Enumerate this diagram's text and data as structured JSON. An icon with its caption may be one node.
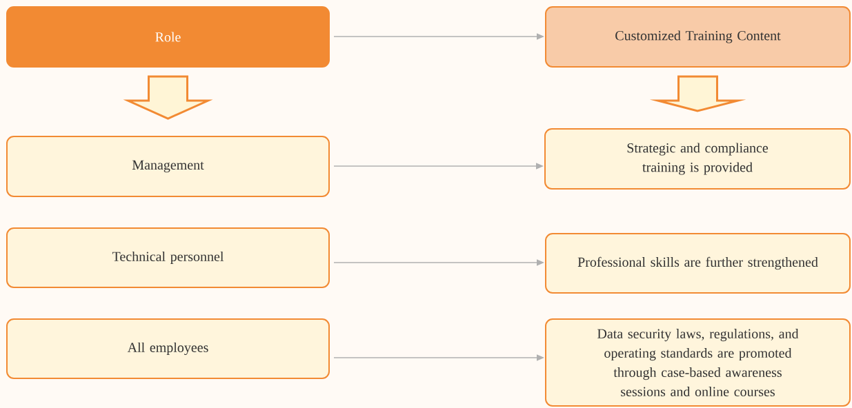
{
  "diagram": {
    "nodes": [
      {
        "text": [
          "Role"
        ]
      },
      {
        "text": [
          "Customized Training Content"
        ]
      },
      {
        "text": [
          "Management"
        ]
      },
      {
        "text": [
          "Strategic and compliance training is provided"
        ]
      },
      {
        "text": [
          "Technical personnel"
        ]
      },
      {
        "text": [
          "Professional skills are further strengthened"
        ]
      },
      {
        "text": [
          "All employees"
        ]
      },
      {
        "text": [
          "Data security laws, regulations, and operating standards are promoted through case-based awareness sessions and online courses"
        ]
      }
    ],
    "edges": [
      {
        "from": 0,
        "to": 1,
        "arrow": "to"
      },
      {
        "from": 0,
        "to": 2,
        "arrow": "to",
        "style": "thick",
        "color": "#f28a33"
      },
      {
        "from": 1,
        "to": 3,
        "arrow": "to",
        "style": "thick",
        "color": "#f28a33"
      },
      {
        "from": 2,
        "to": 3,
        "arrow": "to"
      },
      {
        "from": 4,
        "to": 5,
        "arrow": "to"
      },
      {
        "from": 6,
        "to": 7,
        "arrow": "to"
      }
    ]
  }
}
